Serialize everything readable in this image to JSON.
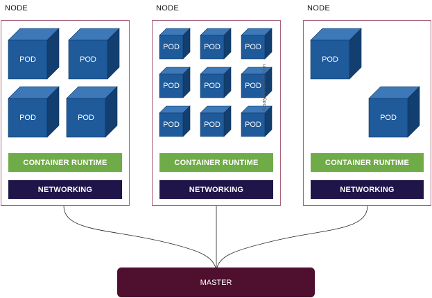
{
  "nodes": [
    {
      "label": "NODE",
      "runtime": "CONTAINER RUNTIME",
      "networking": "NETWORKING",
      "pods": [
        "POD",
        "POD",
        "POD",
        "POD"
      ]
    },
    {
      "label": "NODE",
      "runtime": "CONTAINER RUNTIME",
      "networking": "NETWORKING",
      "pods": [
        "POD",
        "POD",
        "POD",
        "POD",
        "POD",
        "POD",
        "POD",
        "POD",
        "POD"
      ]
    },
    {
      "label": "NODE",
      "runtime": "CONTAINER RUNTIME",
      "networking": "NETWORKING",
      "pods": [
        "POD",
        "POD"
      ]
    }
  ],
  "master": {
    "label": "MASTER"
  },
  "watermark": "© saiyamkannan.com",
  "colors": {
    "pod_front": "#1f5a9a",
    "pod_top": "#3d78b8",
    "pod_side": "#123f70",
    "runtime": "#6fac47",
    "networking": "#1f1549",
    "master": "#4f0f2f",
    "node_border": "#a7637b"
  }
}
